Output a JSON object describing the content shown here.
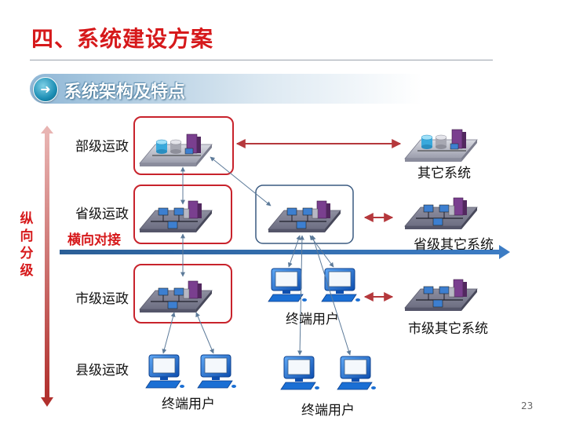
{
  "slide": {
    "title": "四、系统建设方案",
    "section_heading": "系统架构及特点",
    "page_number": "23"
  },
  "levels": {
    "ministry": "部级运政",
    "province": "省级运政",
    "city": "市级运政",
    "county": "县级运政"
  },
  "labels": {
    "horizontal_docking": "横向对接",
    "vertical_grading": "纵向分级",
    "other_systems": "其它系统",
    "province_other_systems": "省级其它系统",
    "city_other_systems": "市级其它系统",
    "terminal_users": "终端用户"
  },
  "colors": {
    "title_red": "#d6191b",
    "highlight_border": "#c8232c",
    "blue_border": "#3a5a80",
    "axis_blue": "#2e67a6",
    "axis_red": "#c0392b",
    "platform_gray": "#a9a9b3",
    "monitor_blue": "#1b6fd4"
  },
  "icons": {
    "servers": "database-server-icon",
    "network": "network-computers-icon",
    "terminal": "computer-terminal-icon"
  }
}
